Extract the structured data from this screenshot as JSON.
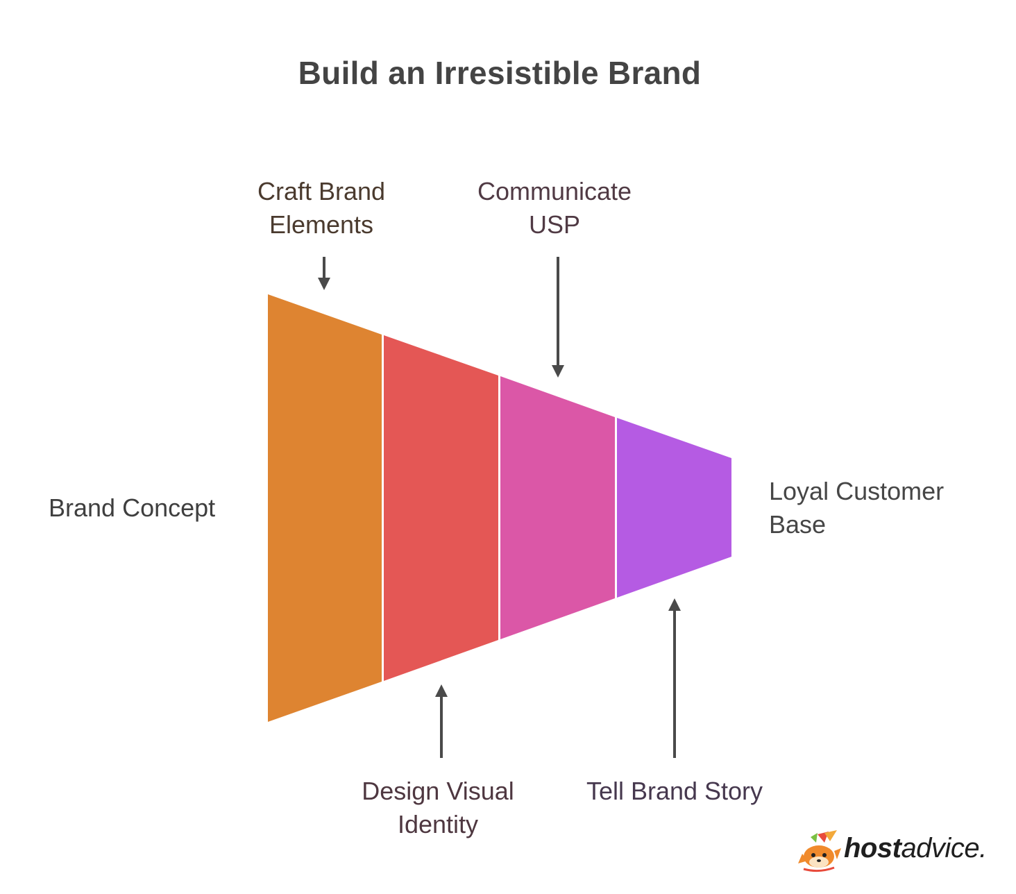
{
  "title": "Build an Irresistible Brand",
  "start_label": "Brand Concept",
  "end_label": {
    "line1": "Loyal Customer",
    "line2": "Base"
  },
  "steps": [
    {
      "line1": "Craft Brand",
      "line2": "Elements",
      "color": "#DE8431",
      "label_side": "top"
    },
    {
      "line1": "Design Visual",
      "line2": "Identity",
      "color": "#E45755",
      "label_side": "bottom"
    },
    {
      "line1": "Communicate",
      "line2": "USP",
      "color": "#DB57A7",
      "label_side": "top"
    },
    {
      "line1": "Tell Brand Story",
      "line2": "",
      "color": "#B55BE3",
      "label_side": "bottom"
    }
  ],
  "arrow_color": "#4a4a4a",
  "logo": {
    "bold": "host",
    "rest": "advice."
  }
}
